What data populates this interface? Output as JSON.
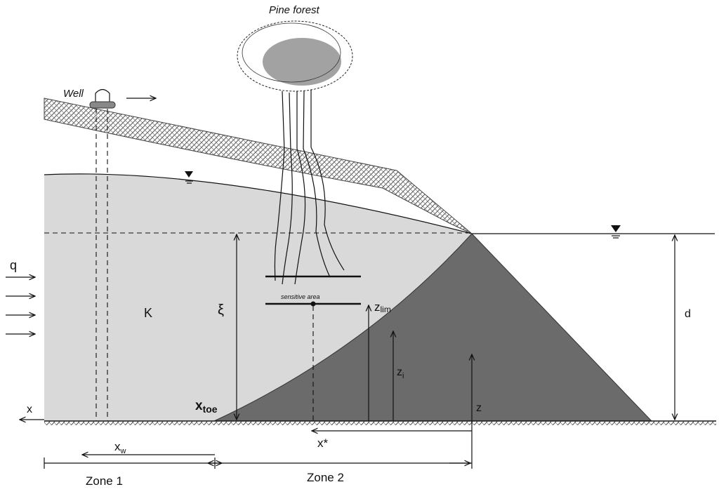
{
  "labels": {
    "pine_forest": "Pine forest",
    "well": "Well",
    "sensitive_area": "sensitive area",
    "q": "q",
    "K": "K",
    "xi": "ξ",
    "z_lim": "z",
    "z_lim_sub": "lim",
    "z_i": "z",
    "z_i_sub": "i",
    "z": "z",
    "d": "d",
    "x": "x",
    "x_toe": "x",
    "x_toe_sub": "toe",
    "x_w": "x",
    "x_w_sub": "w",
    "x_star": "x*",
    "zone1": "Zone 1",
    "zone2": "Zone 2"
  },
  "colors": {
    "freshwater": "#d9d9d9",
    "saltwater_wedge": "#6b6b6b",
    "soil_hatch": "#555555",
    "line": "#111111"
  },
  "icons": {
    "water_table": "inverted-triangle-water-level-icon",
    "well": "well-pump-icon",
    "tree": "pine-tree-icon"
  }
}
